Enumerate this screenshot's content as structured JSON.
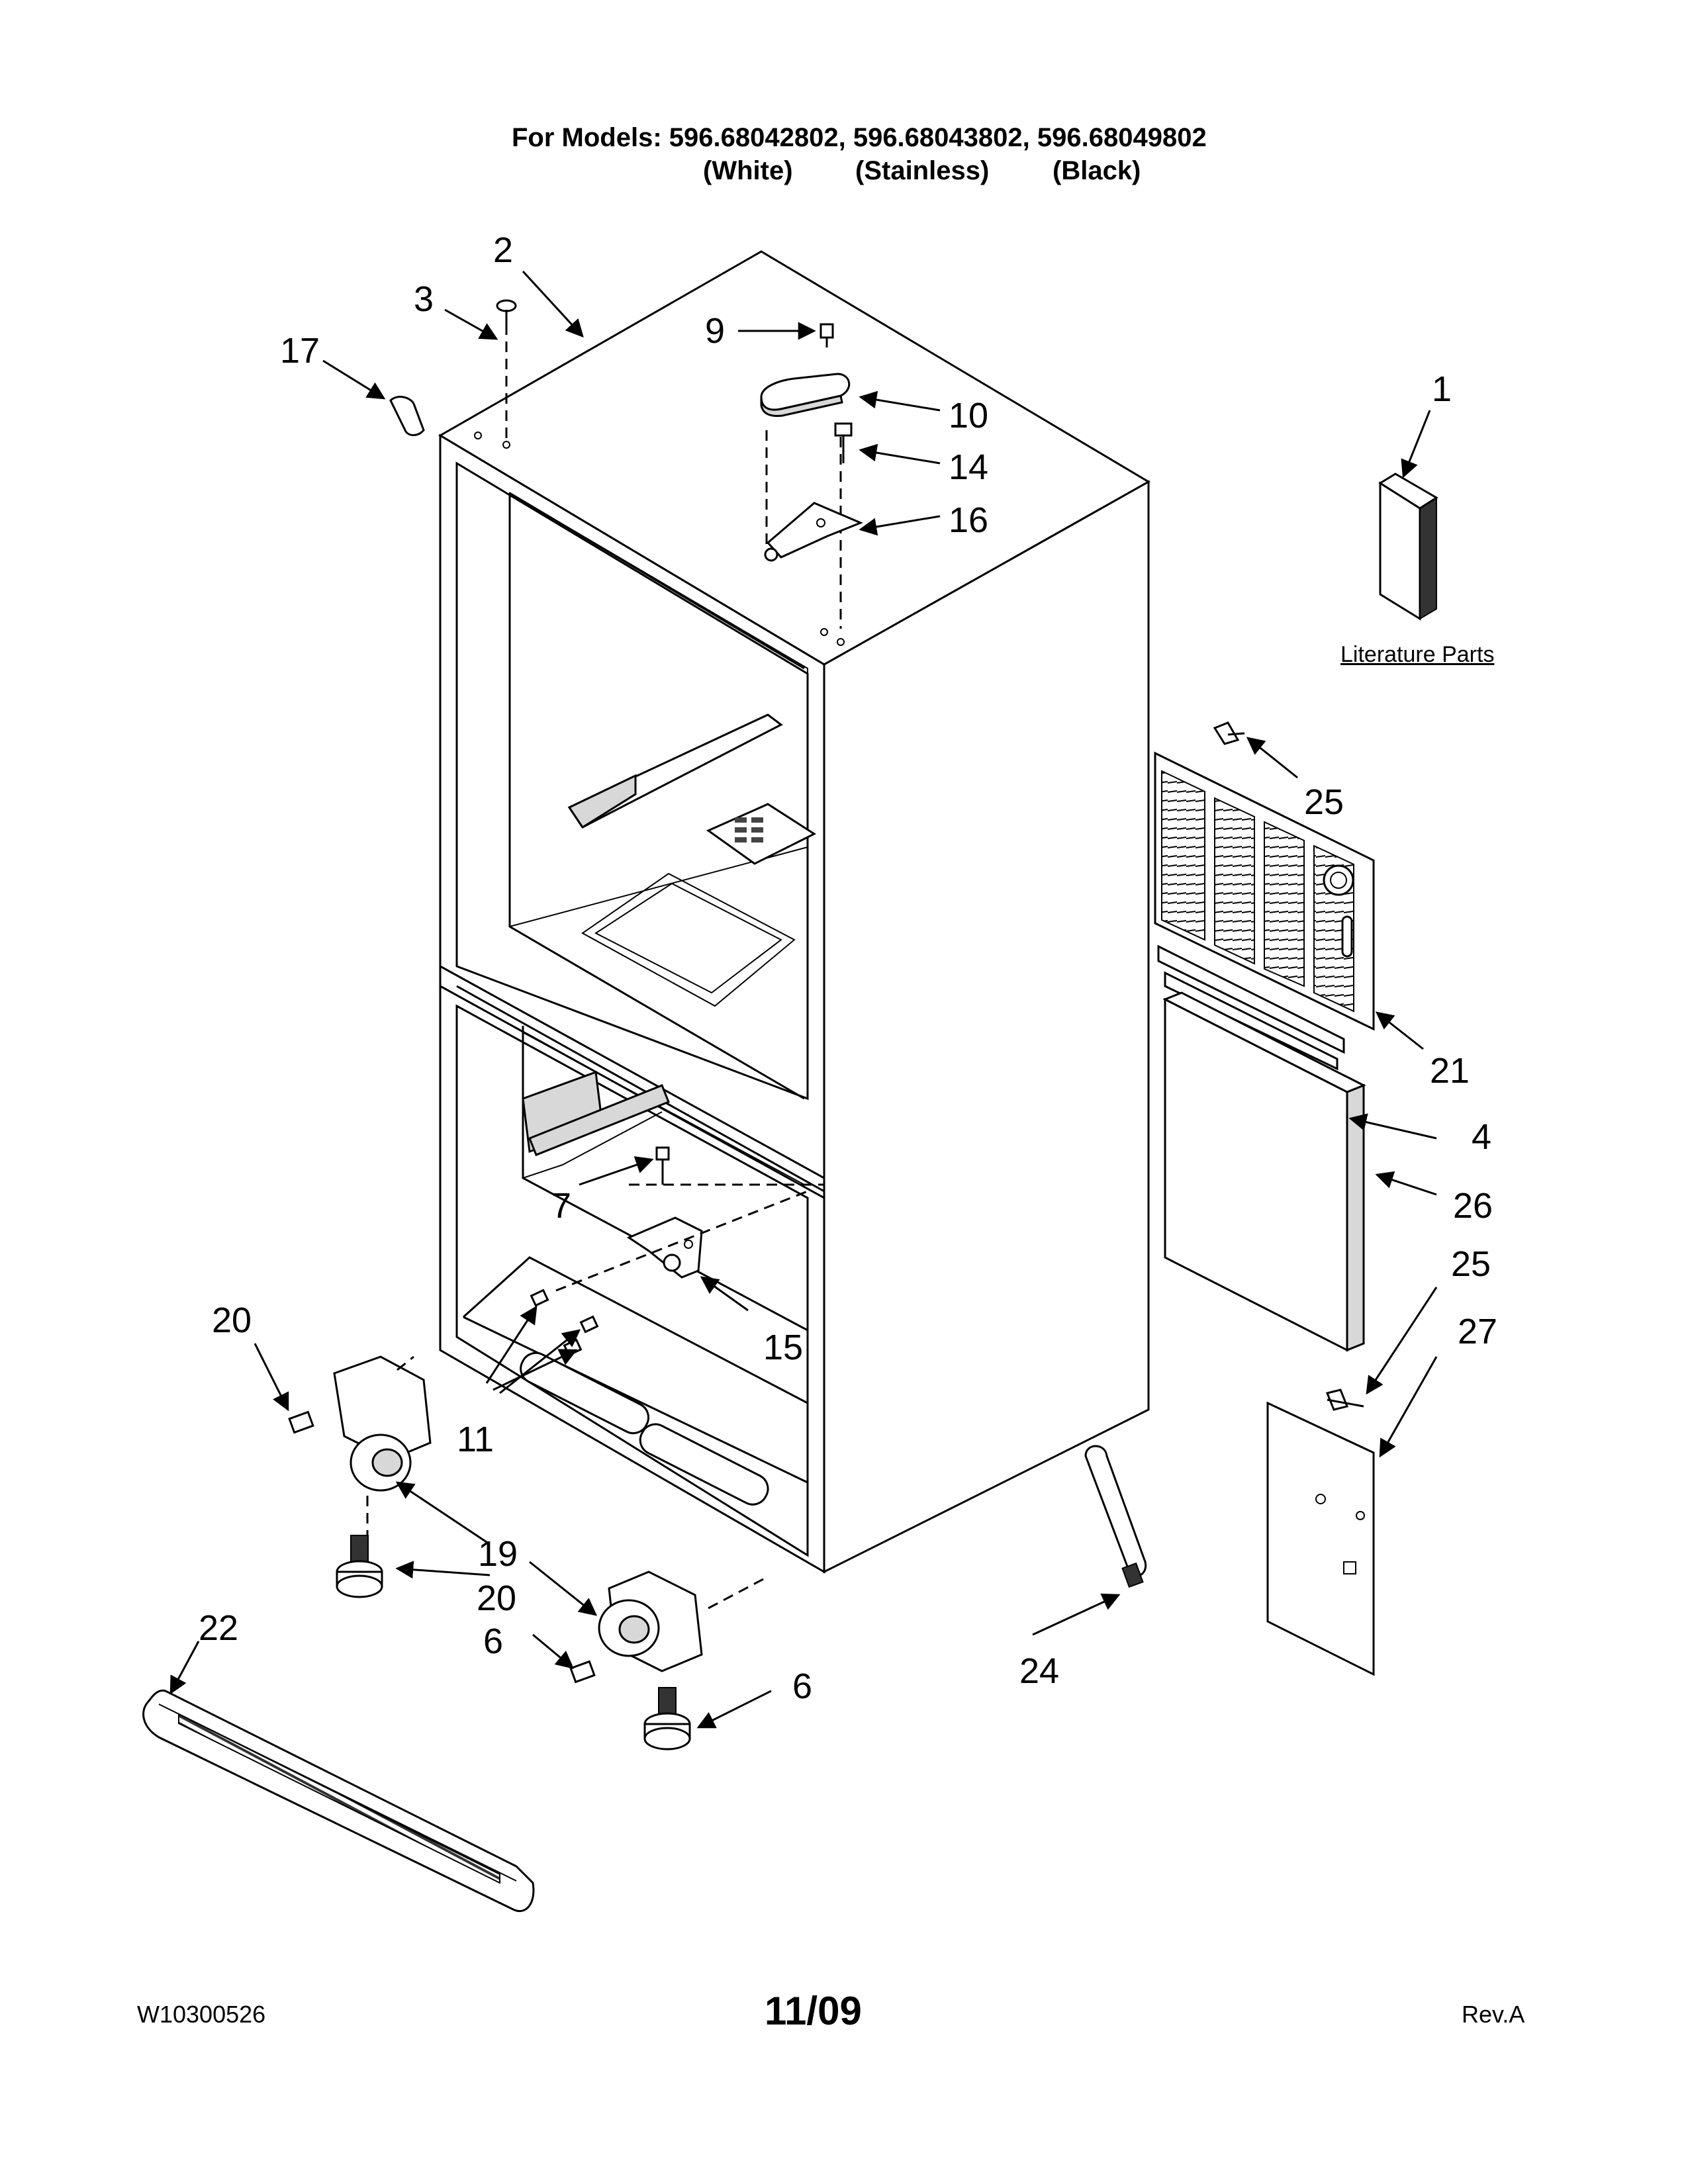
{
  "header": {
    "models_line": "For Models: 596.68042802, 596.68043802, 596.68049802",
    "variants": [
      "(White)",
      "(Stainless)",
      "(Black)"
    ]
  },
  "callouts": {
    "c1": "1",
    "c2": "2",
    "c3": "3",
    "c4": "4",
    "c6a": "6",
    "c6b": "6",
    "c7": "7",
    "c9": "9",
    "c10": "10",
    "c11": "11",
    "c14": "14",
    "c15": "15",
    "c16": "16",
    "c17": "17",
    "c19": "19",
    "c20a": "20",
    "c20b": "20",
    "c21": "21",
    "c22": "22",
    "c24": "24",
    "c25a": "25",
    "c25b": "25",
    "c26": "26",
    "c27": "27"
  },
  "literature_label": "Literature Parts",
  "footer": {
    "doc_number": "W10300526",
    "date": "11/09",
    "revision": "Rev.A"
  }
}
